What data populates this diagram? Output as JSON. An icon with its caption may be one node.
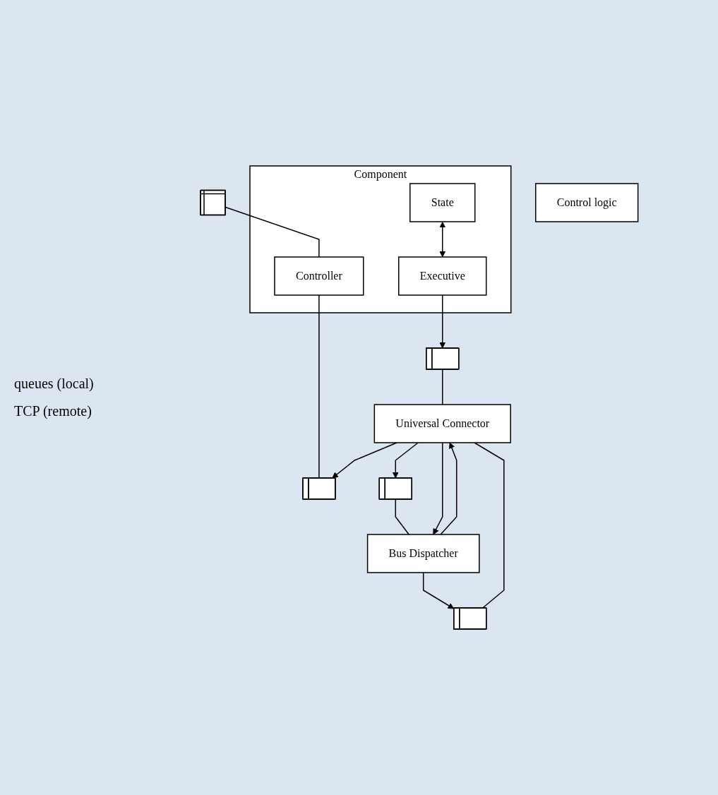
{
  "diagram": {
    "nodes": [
      {
        "text": [
          "Control logic"
        ]
      },
      {
        "text": [],
        "shape": "grid"
      },
      {
        "text": [
          "Component"
        ]
      },
      {
        "text": [
          "State"
        ],
        "in": 2
      },
      {
        "text": [
          "Executive"
        ],
        "in": 2
      },
      {
        "text": [
          "Controller"
        ],
        "in": 2
      },
      {
        "text": [],
        "shape": "queue"
      },
      {
        "text": [],
        "shape": "queue"
      },
      {
        "text": [
          "Universal Connector"
        ]
      },
      {
        "text": [],
        "shape": "queue"
      },
      {
        "text": [],
        "shape": "queue"
      },
      {
        "text": [
          "Bus Dispatcher"
        ]
      }
    ],
    "edges": [
      {
        "from": 1,
        "to": 5,
        "arrow": "none"
      },
      {
        "from": 3,
        "to": 4,
        "arrow": "both"
      },
      {
        "from": 4,
        "to": 6,
        "arrow": "to"
      },
      {
        "from": 6,
        "to": 8,
        "arrow": "none"
      },
      {
        "from": 5,
        "to": 7,
        "arrow": "none"
      },
      {
        "from": 8,
        "to": 7,
        "arrow": "to"
      },
      {
        "from": 8,
        "to": 9,
        "arrow": "to"
      },
      {
        "from": 9,
        "to": 11,
        "arrow": "none"
      },
      {
        "from": 10,
        "to": 8,
        "arrow": "none"
      },
      {
        "from": 11,
        "to": 10,
        "arrow": "to"
      },
      {
        "from": 8,
        "to": 11,
        "arrow": "to"
      },
      {
        "from": 11,
        "to": 8,
        "arrow": "to"
      }
    ],
    "labels": [
      "queues (local)",
      "TCP (remote)"
    ]
  }
}
